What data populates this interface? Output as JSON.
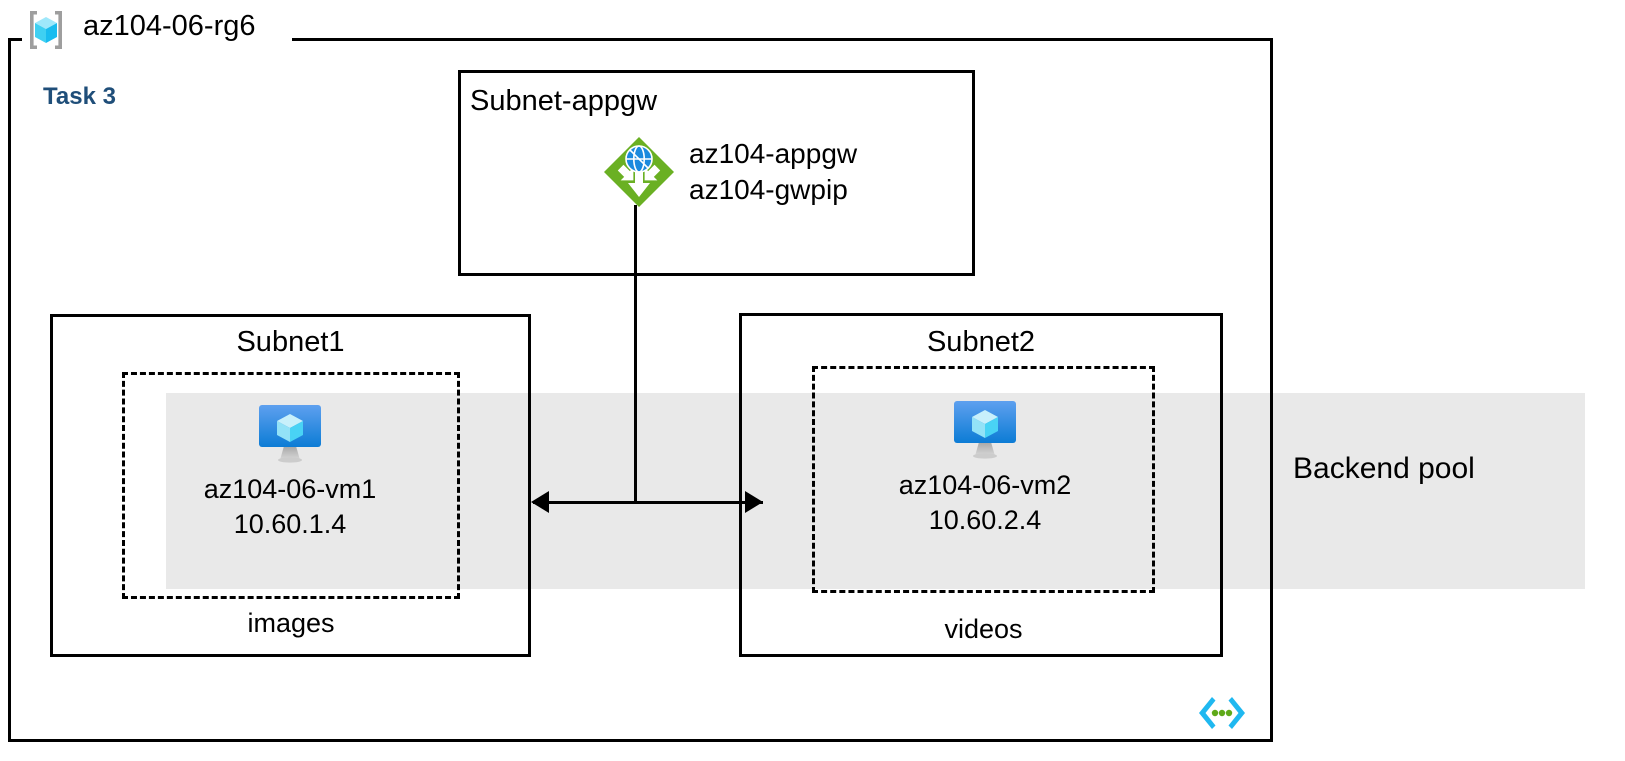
{
  "diagram": {
    "resource_group": {
      "name": "az104-06-rg6",
      "icon": "resource-group-cube-icon"
    },
    "task_label": "Task 3",
    "task_color": "#1f4e79",
    "backend_pool": {
      "label": "Backend pool",
      "band_color": "#e9e9e9"
    },
    "subnets": [
      {
        "id": "subnet-appgw",
        "title": "Subnet-appgw",
        "node": {
          "icon": "application-gateway-icon",
          "icon_color": "#6ab023",
          "lines": [
            "az104-appgw",
            "az104-gwpip"
          ]
        }
      },
      {
        "id": "subnet1",
        "title": "Subnet1",
        "group_label": "images",
        "vm": {
          "icon": "virtual-machine-icon",
          "name": "az104-06-vm1",
          "ip": "10.60.1.4"
        }
      },
      {
        "id": "subnet2",
        "title": "Subnet2",
        "group_label": "videos",
        "vm": {
          "icon": "virtual-machine-icon",
          "name": "az104-06-vm2",
          "ip": "10.60.2.4"
        }
      }
    ],
    "watermark": {
      "icon": "code-brackets-icon",
      "bracket_color": "#1fb8f0",
      "dot_color": "#5ea919"
    }
  }
}
